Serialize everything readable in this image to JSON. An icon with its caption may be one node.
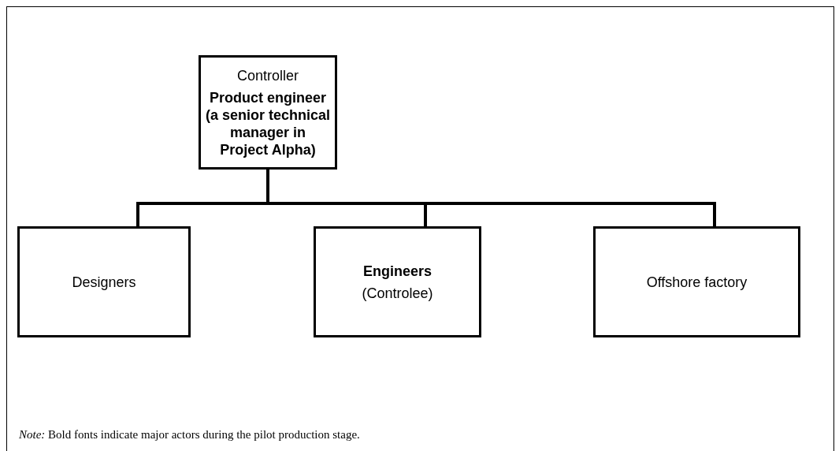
{
  "diagram": {
    "nodes": [
      {
        "text": [
          "Controller",
          "Product engineer (a senior technical manager in Project Alpha)"
        ]
      },
      {
        "text": [
          "Designers"
        ]
      },
      {
        "text": [
          "Engineers",
          "(Controlee)"
        ]
      },
      {
        "text": [
          "Offshore factory"
        ]
      }
    ],
    "edges": [
      {
        "from": 0,
        "to": 1,
        "arrow": "none"
      },
      {
        "from": 0,
        "to": 2,
        "arrow": "none"
      },
      {
        "from": 0,
        "to": 3,
        "arrow": "none"
      }
    ],
    "labels": [
      "*Note:* Bold fonts indicate major actors during the pilot production stage."
    ]
  }
}
